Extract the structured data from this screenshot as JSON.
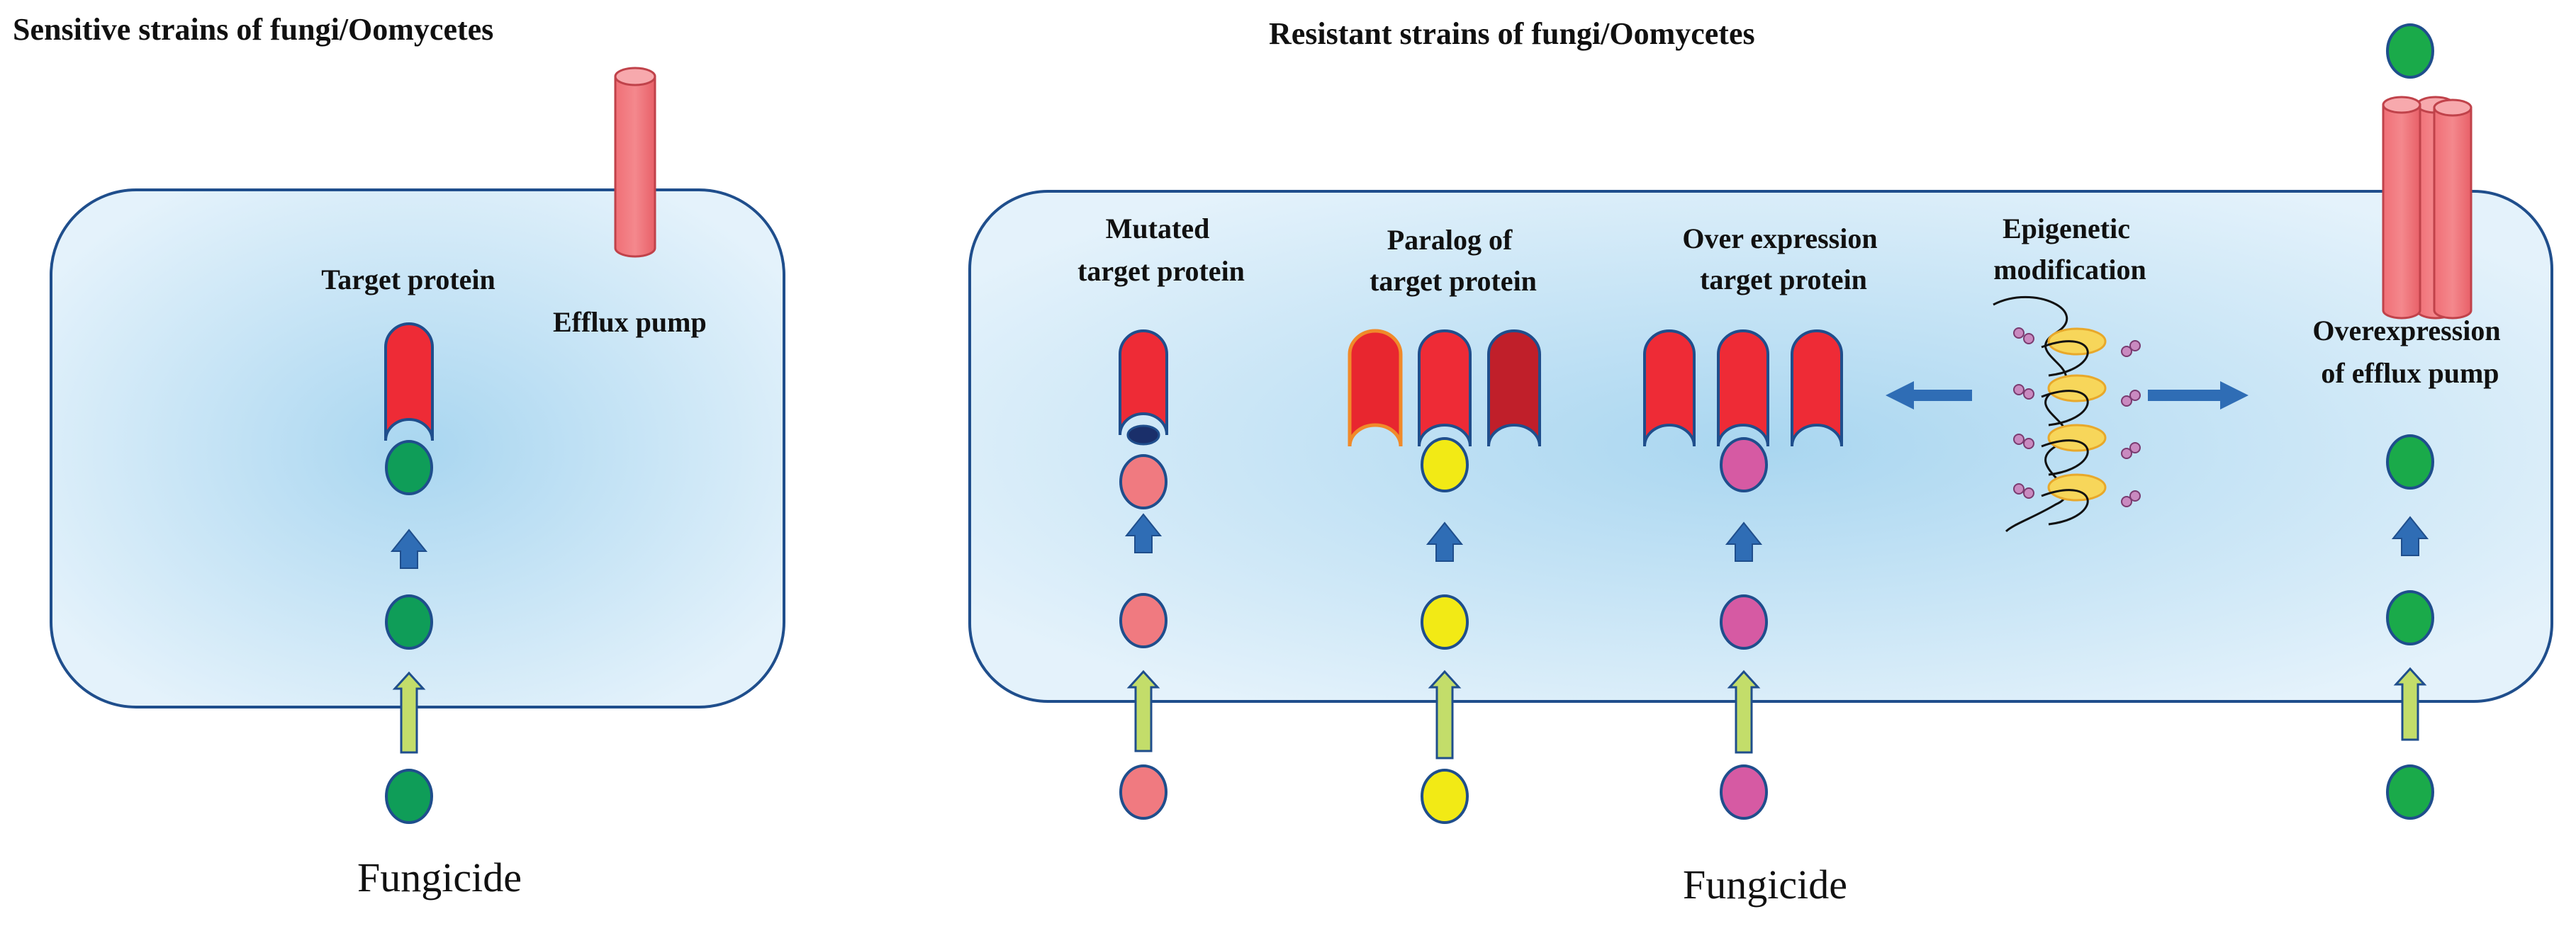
{
  "panels": {
    "sensitive": {
      "title": "Sensitive strains of fungi/Oomycetes",
      "target_label": "Target protein",
      "pump_label": "Efflux pump",
      "fungicide_label": "Fungicide"
    },
    "resistant": {
      "title": "Resistant strains of fungi/Oomycetes",
      "mechanisms": [
        {
          "lines": [
            "Mutated",
            "target protein"
          ]
        },
        {
          "lines": [
            "Paralog of",
            "target protein"
          ]
        },
        {
          "lines": [
            "Over expression",
            "target protein"
          ]
        },
        {
          "lines": [
            "Epigenetic",
            "modification"
          ]
        },
        {
          "lines": [
            "Overexpression",
            "of efflux pump"
          ]
        }
      ],
      "fungicide_label": "Fungicide"
    }
  },
  "colors": {
    "cell_fill": "#d6ebf8",
    "cell_center": "#a9d6f0",
    "cell_border": "#1f4e8c",
    "target_protein": "#ee2b36",
    "paralog_light": "#e8262f",
    "paralog_dark": "#c01f2a",
    "efflux_pump": "#f07a80",
    "fungicide_sensitive": "#0f9d58",
    "fungicide_mutated": "#f07a80",
    "fungicide_paralog": "#f2ea15",
    "fungicide_overexpression": "#d65aa3",
    "fungicide_efflux": "#1aaa4a",
    "arrow_blue": "#2f6db5",
    "arrow_entry": "#c3dd6a",
    "nucleosome": "#f7d65a"
  }
}
